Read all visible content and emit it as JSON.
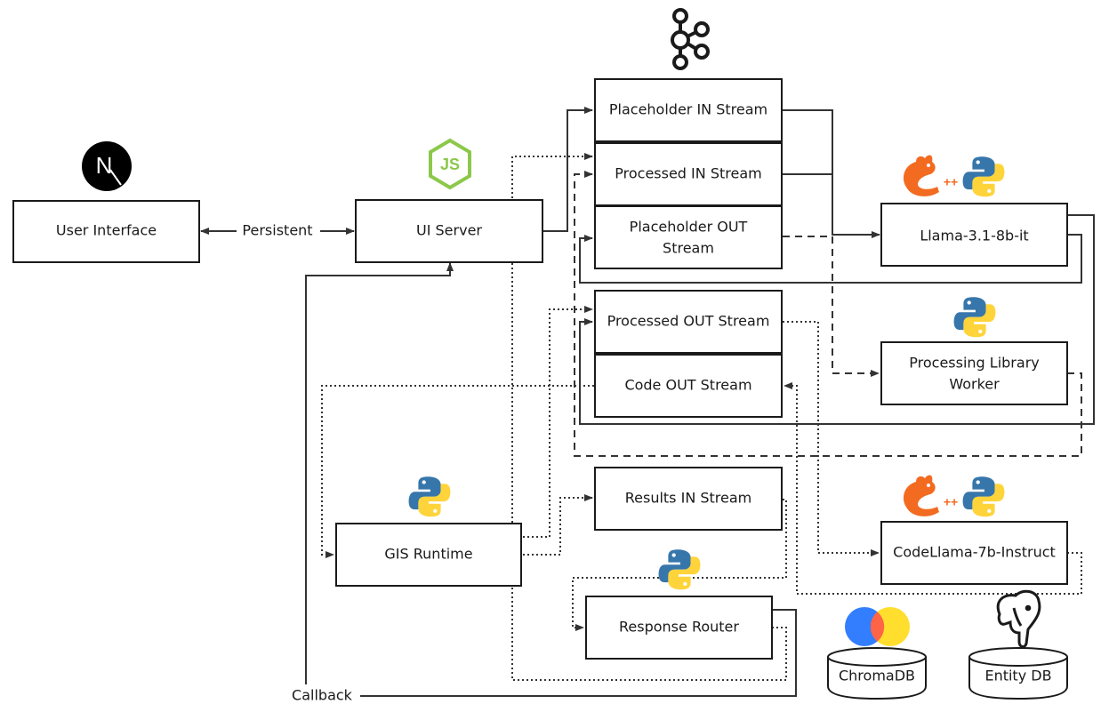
{
  "nodes": {
    "user_interface": "User Interface",
    "ui_server": "UI Server",
    "placeholder_in": "Placeholder IN Stream",
    "processed_in": "Processed IN Stream",
    "placeholder_out_1": "Placeholder OUT",
    "placeholder_out_2": "Stream",
    "processed_out": "Processed OUT Stream",
    "code_out": "Code OUT Stream",
    "llama": "Llama-3.1-8b-it",
    "processing_worker_1": "Processing Library",
    "processing_worker_2": "Worker",
    "results_in": "Results IN Stream",
    "gis_runtime": "GIS Runtime",
    "codellama": "CodeLlama-7b-Instruct",
    "response_router": "Response Router",
    "chromadb": "ChromaDB",
    "entity_db": "Entity DB"
  },
  "edge_labels": {
    "persistent": "Persistent",
    "callback": "Callback"
  },
  "logos": {
    "nextjs": "N",
    "nodejs": "JS",
    "llamacpp_plus": "++"
  },
  "icons": [
    "kafka-icon",
    "nextjs-icon",
    "nodejs-icon",
    "python-icon",
    "llamacpp-icon",
    "chromadb-icon",
    "postgresql-icon"
  ],
  "colors": {
    "nodejs_green": "#8cc84b",
    "python_blue": "#3776ab",
    "python_yellow": "#ffd43b",
    "llamacpp_orange": "#f26b21",
    "chroma_blue": "#327eff",
    "chroma_red": "#ff6446",
    "chroma_yellow": "#ffde2d"
  }
}
